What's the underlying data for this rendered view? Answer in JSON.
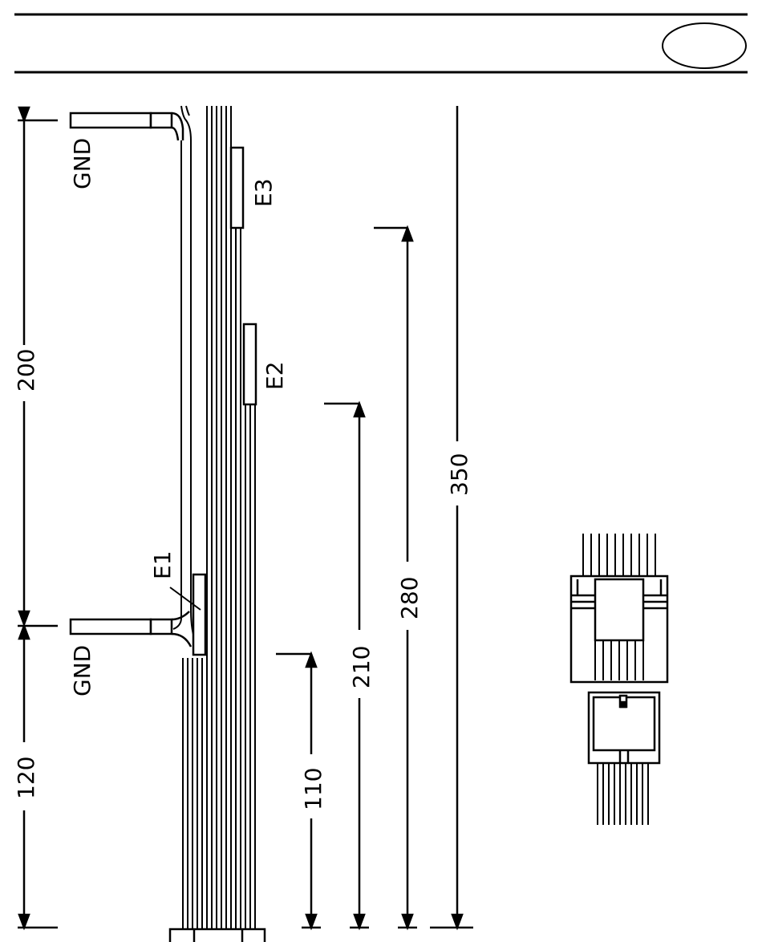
{
  "labels": {
    "gnd_top": "GND",
    "gnd_bottom": "GND",
    "e1": "E1",
    "e2": "E2",
    "e3": "E3"
  },
  "dimensions": {
    "d200": "200",
    "d120": "120",
    "d110": "110",
    "d210": "210",
    "d280": "280",
    "d350": "350"
  }
}
